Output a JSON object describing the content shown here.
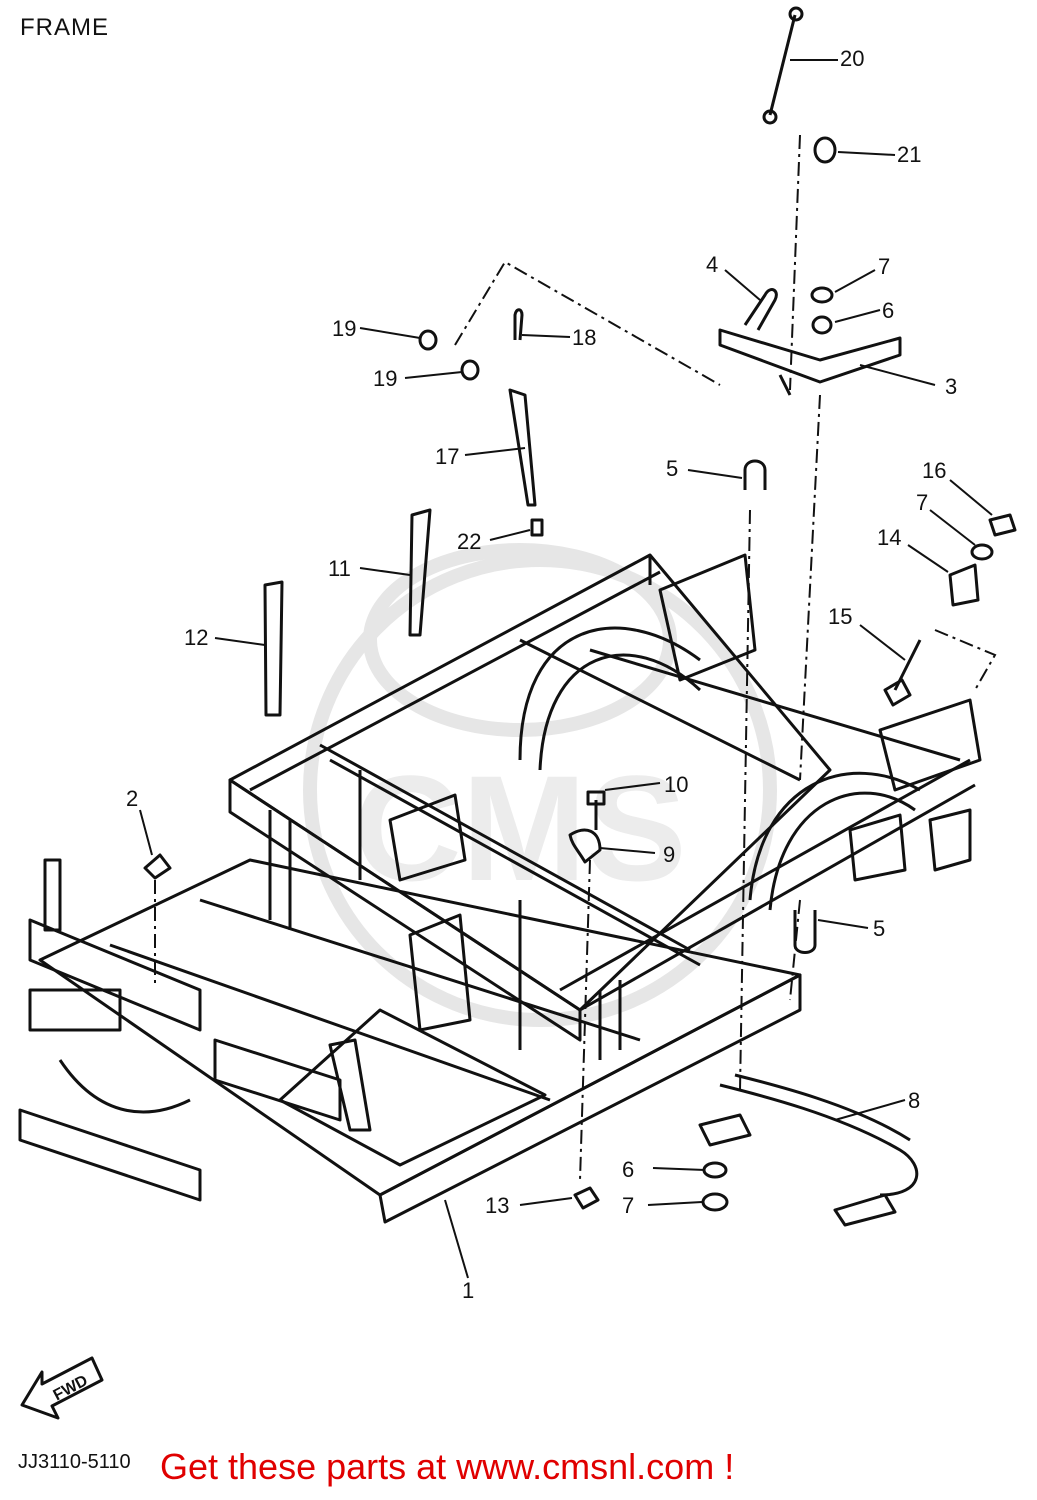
{
  "page_title": "FRAME",
  "diagram_code": "JJ3110-5110",
  "promo_text": "Get these parts at www.cmsnl.com !",
  "fwd_label": "FWD",
  "watermark_text": "CMS",
  "colors": {
    "promo": "#e00000",
    "line": "#111111",
    "watermark": "#e6e6e6"
  },
  "callouts": [
    {
      "id": "20",
      "label": "20"
    },
    {
      "id": "21",
      "label": "21"
    },
    {
      "id": "4",
      "label": "4"
    },
    {
      "id": "7a",
      "label": "7"
    },
    {
      "id": "6a",
      "label": "6"
    },
    {
      "id": "3",
      "label": "3"
    },
    {
      "id": "19a",
      "label": "19"
    },
    {
      "id": "18",
      "label": "18"
    },
    {
      "id": "19b",
      "label": "19"
    },
    {
      "id": "17",
      "label": "17"
    },
    {
      "id": "5a",
      "label": "5"
    },
    {
      "id": "16",
      "label": "16"
    },
    {
      "id": "7b",
      "label": "7"
    },
    {
      "id": "14",
      "label": "14"
    },
    {
      "id": "22",
      "label": "22"
    },
    {
      "id": "11",
      "label": "11"
    },
    {
      "id": "15",
      "label": "15"
    },
    {
      "id": "12",
      "label": "12"
    },
    {
      "id": "10",
      "label": "10"
    },
    {
      "id": "2",
      "label": "2"
    },
    {
      "id": "9",
      "label": "9"
    },
    {
      "id": "5b",
      "label": "5"
    },
    {
      "id": "8",
      "label": "8"
    },
    {
      "id": "6b",
      "label": "6"
    },
    {
      "id": "13",
      "label": "13"
    },
    {
      "id": "7c",
      "label": "7"
    },
    {
      "id": "1",
      "label": "1"
    }
  ]
}
